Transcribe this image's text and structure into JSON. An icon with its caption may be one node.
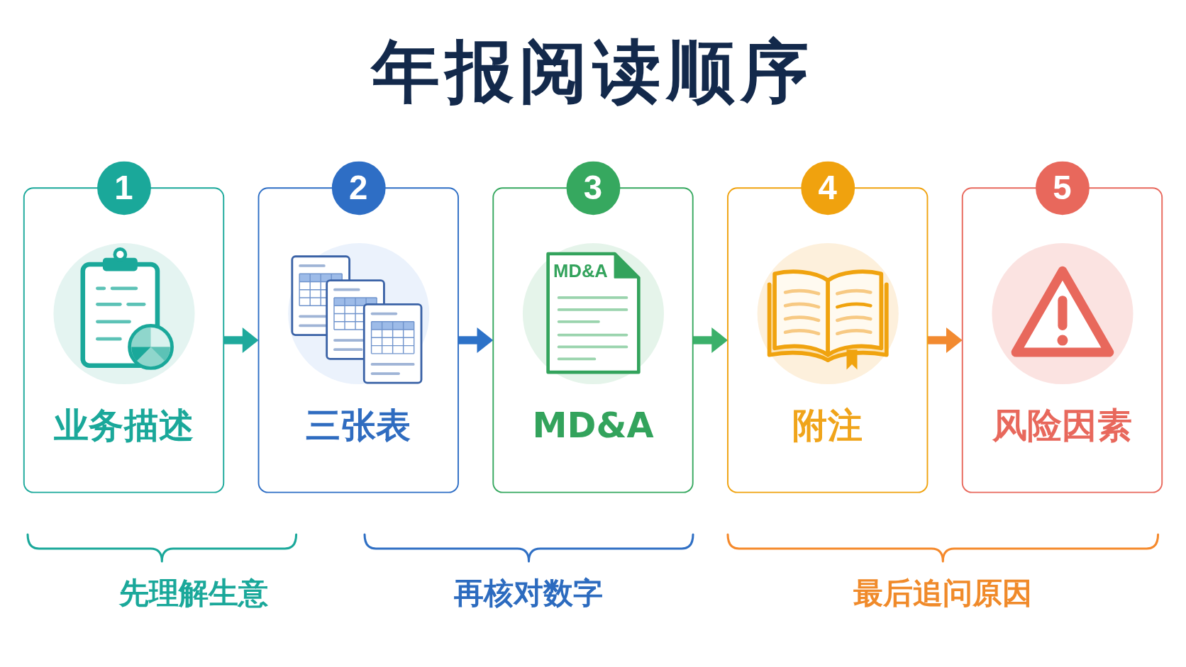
{
  "diagram": {
    "title": "年报阅读顺序",
    "nodes": [
      {
        "text": [
          "1",
          "业务描述"
        ]
      },
      {
        "text": [
          "2",
          "三张表"
        ]
      },
      {
        "text": [
          "3",
          "MD&A",
          "MD&A"
        ]
      },
      {
        "text": [
          "4",
          "附注"
        ]
      },
      {
        "text": [
          "5",
          "风险因素"
        ]
      }
    ],
    "edges": [
      {
        "from": 0,
        "to": 1,
        "arrow": "to",
        "color": "#1fa99c"
      },
      {
        "from": 1,
        "to": 2,
        "arrow": "to",
        "color": "#2d72c8"
      },
      {
        "from": 2,
        "to": 3,
        "arrow": "to",
        "color": "#3bb06a"
      },
      {
        "from": 3,
        "to": 4,
        "arrow": "to",
        "color": "#f28a30"
      }
    ],
    "labels": [
      "先理解生意",
      "再核对数字",
      "最后追问原因"
    ]
  }
}
